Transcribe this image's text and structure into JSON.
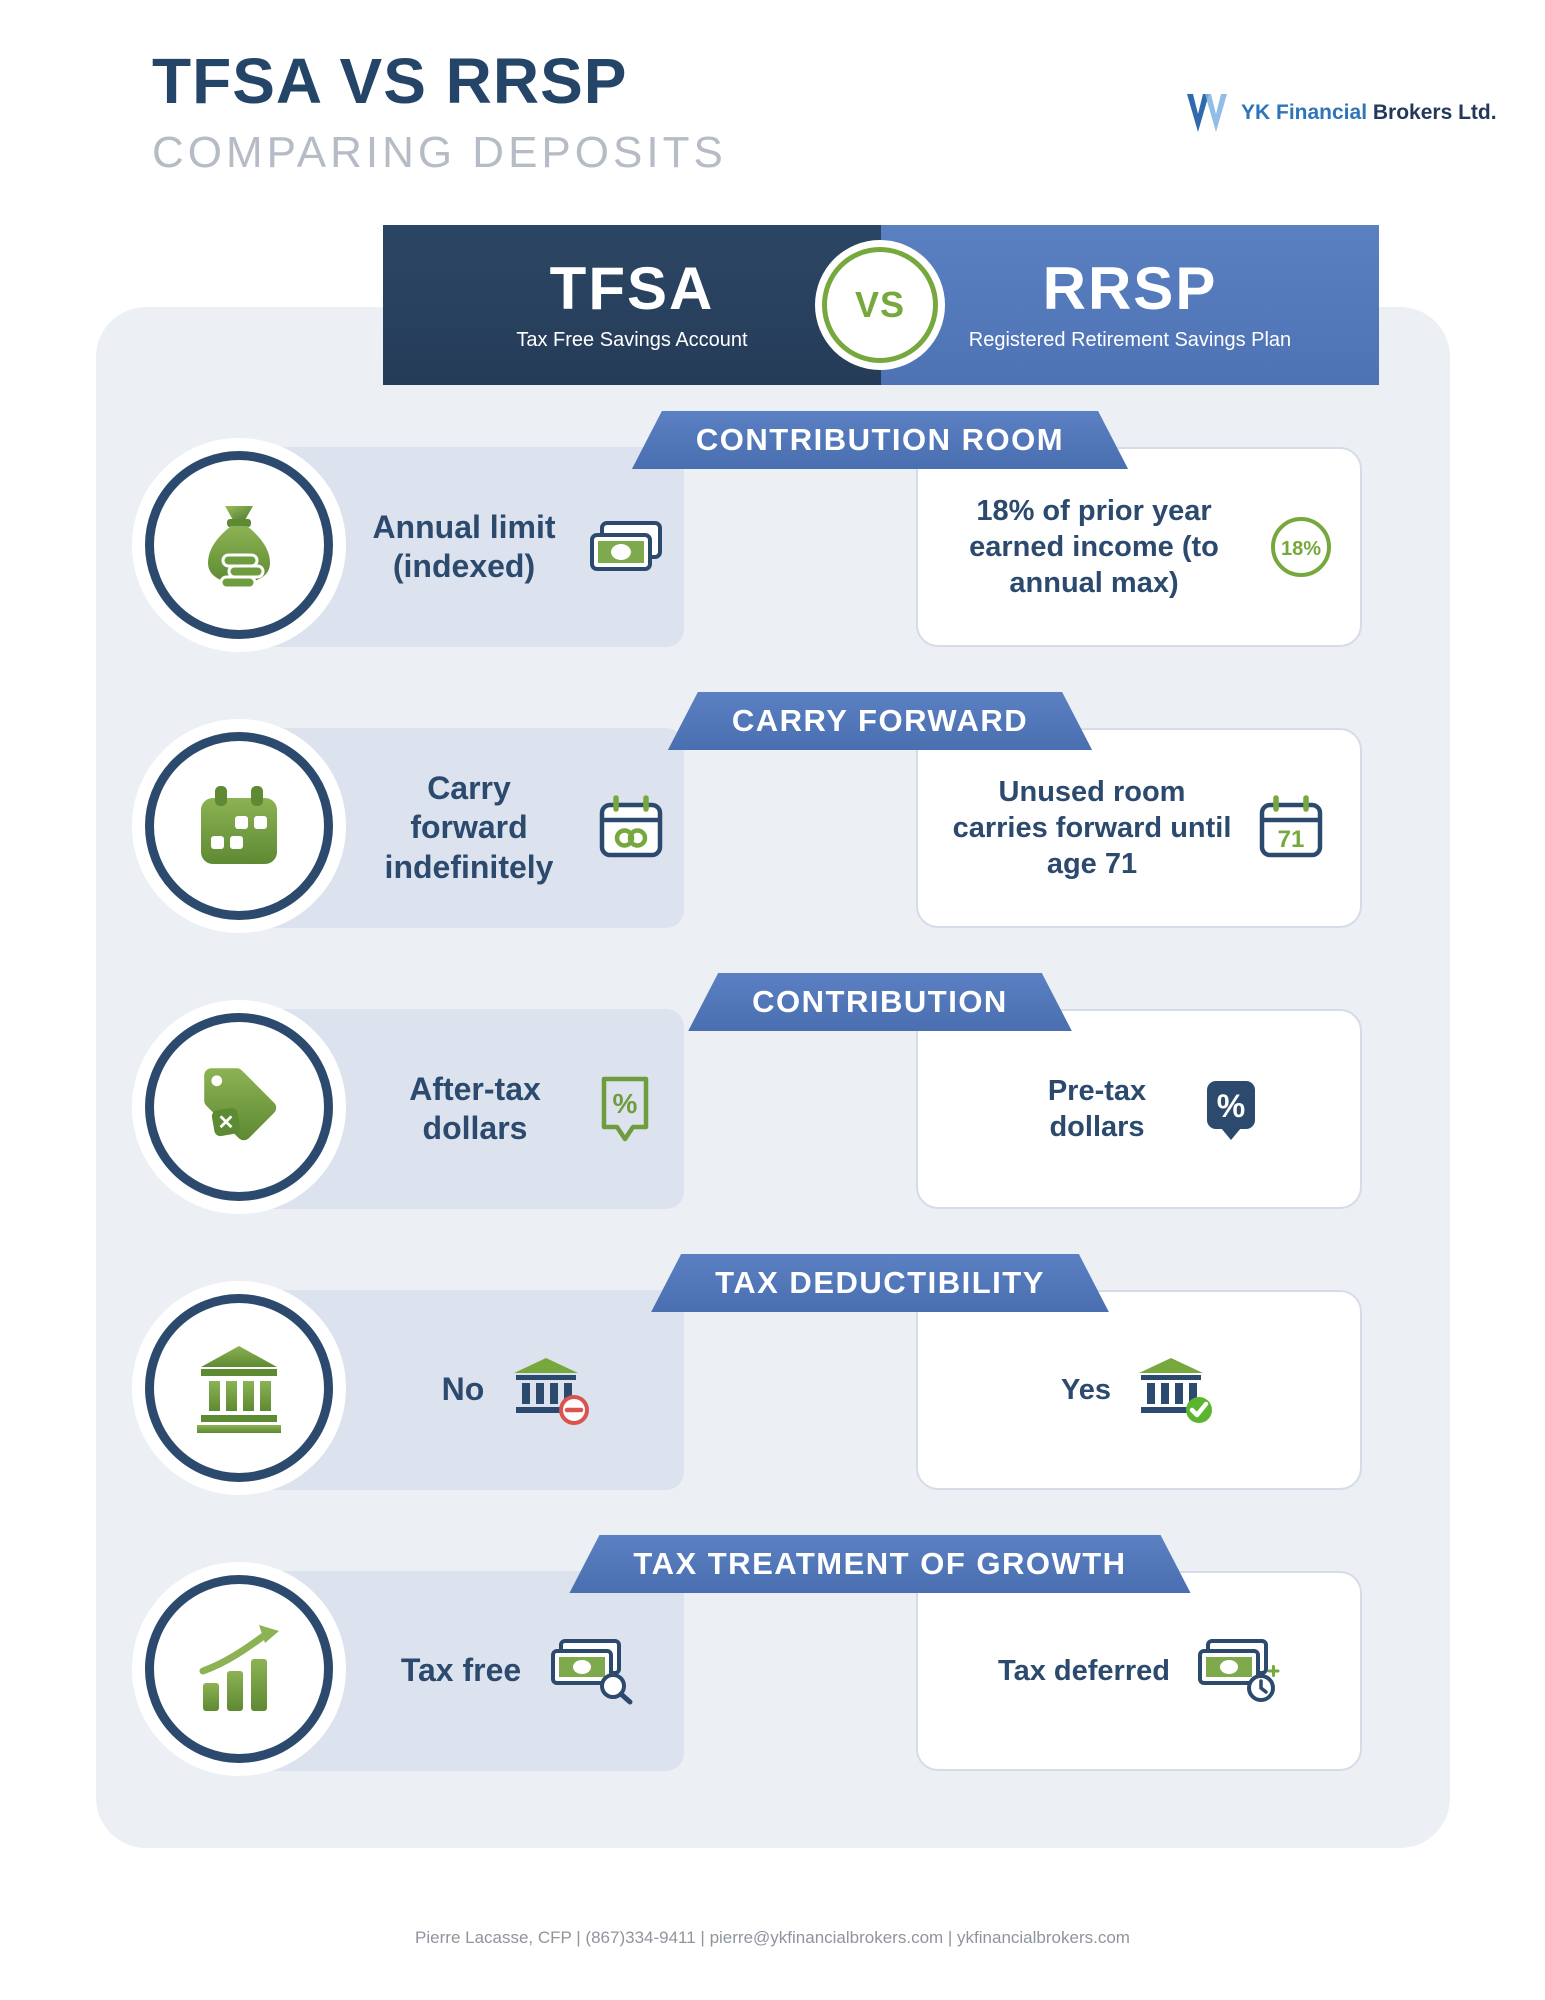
{
  "page": {
    "title": "TFSA VS RRSP",
    "subtitle": "COMPARING DEPOSITS",
    "footer": "Pierre Lacasse, CFP | (867)334-9411 | pierre@ykfinancialbrokers.com | ykfinancialbrokers.com"
  },
  "logo": {
    "mark": "w-monogram-icon",
    "primary": "YK Financial",
    "secondary": "Brokers Ltd."
  },
  "header": {
    "tfsa": {
      "title": "TFSA",
      "subtitle": "Tax Free Savings Account"
    },
    "vs_label": "VS",
    "rrsp": {
      "title": "RRSP",
      "subtitle": "Registered Retirement Savings Plan"
    }
  },
  "colors": {
    "navy": "#2C4A6E",
    "header_navy": "#253C58",
    "blue": "#4E73B4",
    "green": "#6F9C3E",
    "light_green": "#8CB253",
    "red_badge": "#D9534F",
    "check_green": "#5CB52E",
    "panel": "#ECEFF4",
    "tfsa_cell": "#DCE3EE"
  },
  "sections": [
    {
      "banner": "CONTRIBUTION ROOM",
      "category_icon": "money-bag-icon",
      "tfsa": {
        "text": "Annual limit (indexed)",
        "icon": "banknote-icon"
      },
      "rrsp": {
        "text": "18% of prior year earned income (to annual max)",
        "icon": "percent-18-badge-icon",
        "badge_text": "18%"
      }
    },
    {
      "banner": "CARRY FORWARD",
      "category_icon": "calendar-icon",
      "tfsa": {
        "text": "Carry forward indefinitely",
        "icon": "calendar-infinity-icon"
      },
      "rrsp": {
        "text": "Unused room carries forward until age 71",
        "icon": "calendar-age-icon",
        "badge_text": "71"
      }
    },
    {
      "banner": "CONTRIBUTION",
      "category_icon": "price-tags-icon",
      "tfsa": {
        "text": "After-tax dollars",
        "icon": "receipt-percent-icon"
      },
      "rrsp": {
        "text": "Pre-tax dollars",
        "icon": "percent-tag-icon"
      }
    },
    {
      "banner": "TAX DEDUCTIBILITY",
      "category_icon": "bank-icon",
      "tfsa": {
        "text": "No",
        "icon": "bank-minus-icon"
      },
      "rrsp": {
        "text": "Yes",
        "icon": "bank-check-icon"
      }
    },
    {
      "banner": "TAX TREATMENT OF GROWTH",
      "category_icon": "growth-chart-icon",
      "tfsa": {
        "text": "Tax free",
        "icon": "cash-magnifier-icon"
      },
      "rrsp": {
        "text": "Tax deferred",
        "icon": "cash-clock-icon"
      }
    }
  ]
}
